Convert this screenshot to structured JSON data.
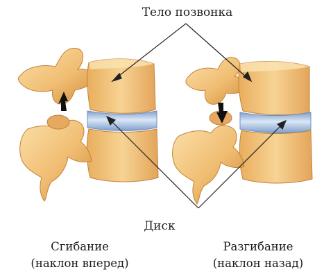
{
  "labels": {
    "vertebral_body": "Тело позвонка",
    "disc": "Диск"
  },
  "captions": {
    "left": {
      "line1": "Сгибание",
      "line2": "(наклон вперед)"
    },
    "right": {
      "line1": "Разгибание",
      "line2": "(наклон назад)"
    }
  },
  "colors": {
    "bone": "#f2c27a",
    "bone_shadow": "#d18f3c",
    "bone_dark": "#b5722a",
    "disc": "#a9c3e4",
    "disc_light": "#dbe7f6",
    "arrow": "#111111",
    "leader_line": "#222222"
  },
  "illustrations": {
    "left": {
      "motion": "flexion",
      "arrow_direction": "up"
    },
    "right": {
      "motion": "extension",
      "arrow_direction": "down"
    }
  }
}
